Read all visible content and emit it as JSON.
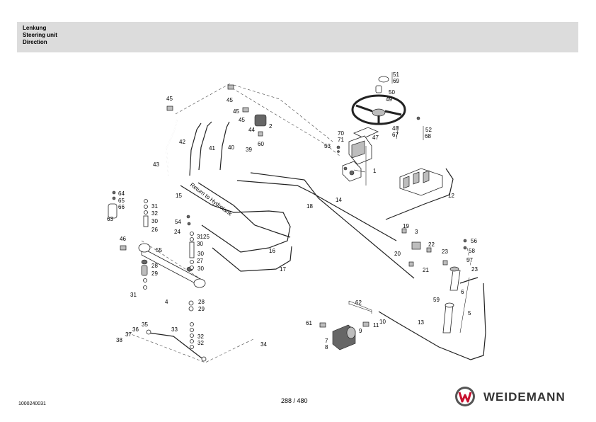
{
  "header": {
    "title_de": "Lenkung",
    "title_en": "Steering unit",
    "title_fr": "Direction"
  },
  "diagram": {
    "hose_label": "Return to Hydrotank",
    "callouts": [
      "1",
      "2",
      "3",
      "4",
      "5",
      "6",
      "7",
      "8",
      "9",
      "10",
      "11",
      "12",
      "13",
      "14",
      "15",
      "16",
      "17",
      "18",
      "19",
      "20",
      "21",
      "22",
      "23",
      "23",
      "24",
      "25",
      "26",
      "27",
      "28",
      "28",
      "29",
      "29",
      "30",
      "30",
      "30",
      "30",
      "31",
      "31",
      "31",
      "32",
      "32",
      "32",
      "33",
      "34",
      "35",
      "36",
      "37",
      "38",
      "39",
      "40",
      "41",
      "42",
      "43",
      "44",
      "45",
      "45",
      "45",
      "45",
      "46",
      "47",
      "48",
      "49",
      "50",
      "51",
      "52",
      "53",
      "54",
      "55",
      "56",
      "57",
      "58",
      "59",
      "60",
      "61",
      "62",
      "63",
      "64",
      "65",
      "66",
      "67",
      "68",
      "69",
      "70",
      "71"
    ]
  },
  "footer": {
    "doc_id": "1000240031",
    "page": "288 / 480",
    "brand": "WEIDEMANN"
  },
  "colors": {
    "header_bg": "#dcdcdc",
    "logo_red": "#c8102e",
    "logo_grey": "#555555",
    "brand_text": "#333333"
  }
}
